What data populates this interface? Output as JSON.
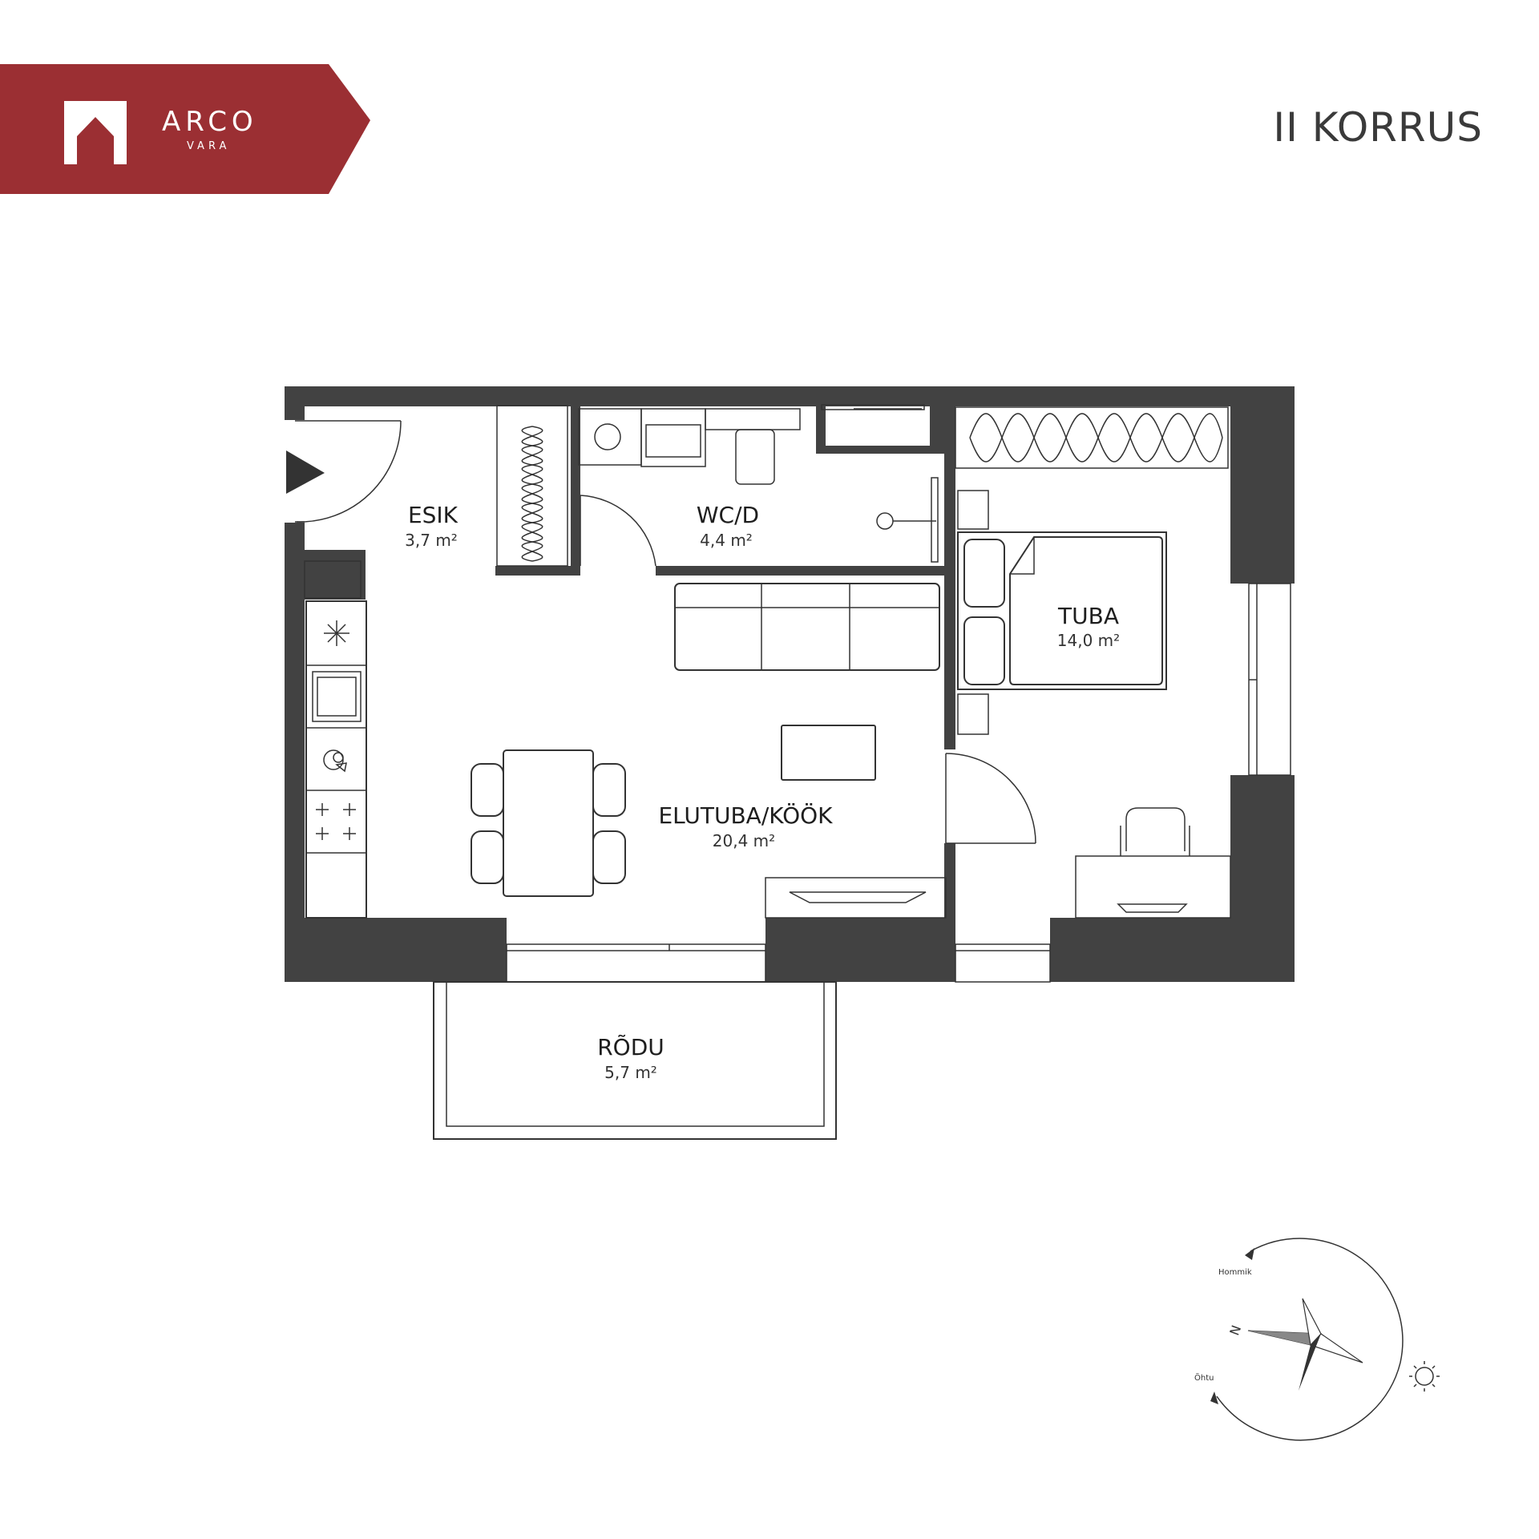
{
  "brand": {
    "name": "ARCO",
    "sub": "VARA",
    "color": "#9b2f33"
  },
  "floor_label": "II KORRUS",
  "rooms": {
    "esik": {
      "name": "ESIK",
      "area": "3,7 m²"
    },
    "wc": {
      "name": "WC/D",
      "area": "4,4 m²"
    },
    "tuba": {
      "name": "TUBA",
      "area": "14,0 m²"
    },
    "elutuba": {
      "name": "ELUTUBA/KÖÖK",
      "area": "20,4 m²"
    },
    "rodu": {
      "name": "RÕDU",
      "area": "5,7 m²"
    }
  },
  "compass": {
    "north": "N",
    "morning": "Hommik",
    "evening": "Õhtu"
  },
  "colors": {
    "wall": "#424242",
    "line": "#333333"
  },
  "icons": [
    "house-logo-icon",
    "entrance-arrow-icon",
    "snowflake-icon",
    "dishwasher-icon",
    "stove-icon",
    "sun-icon",
    "compass-star-icon"
  ]
}
